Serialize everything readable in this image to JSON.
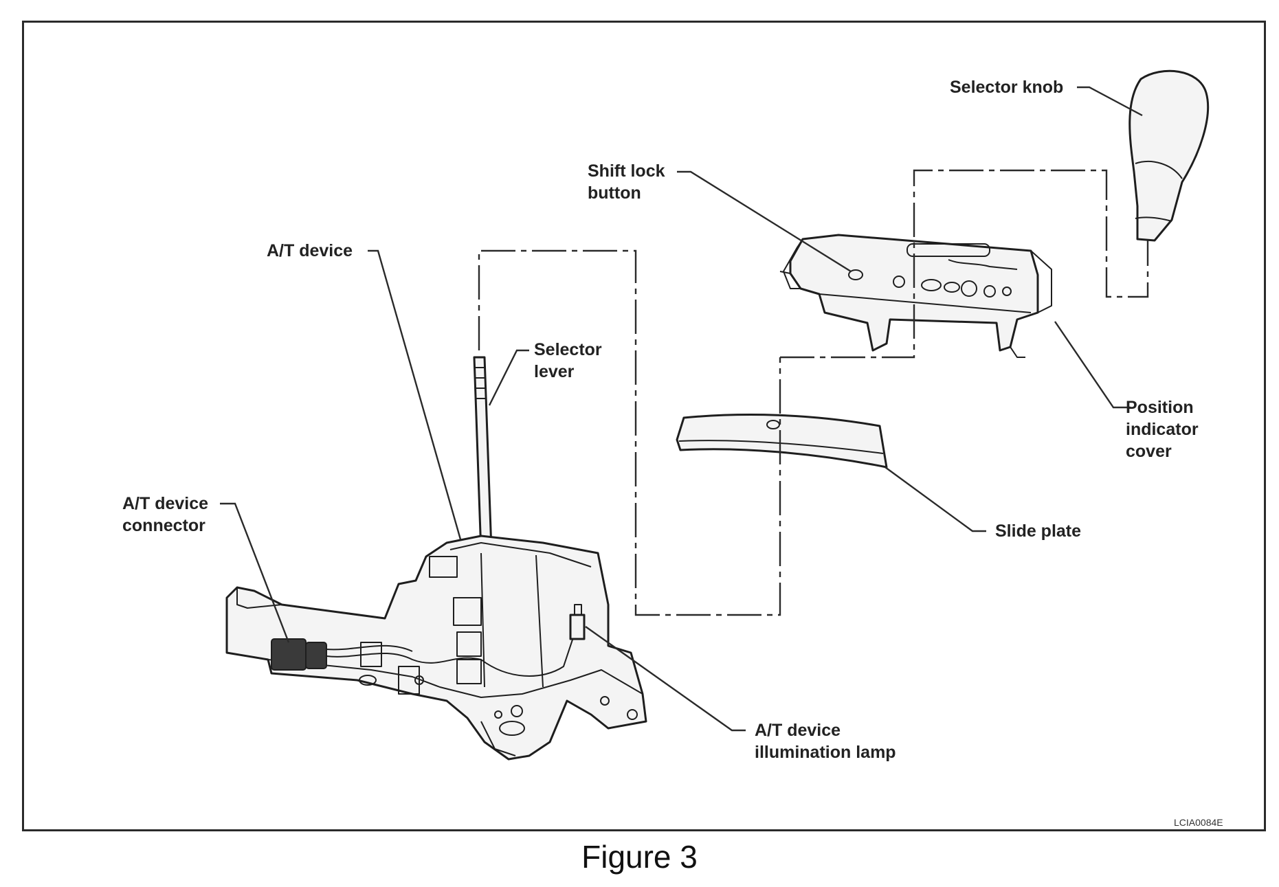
{
  "labels": {
    "selector_knob": "Selector knob",
    "shift_lock_button": [
      "Shift lock",
      "button"
    ],
    "at_device": "A/T device",
    "selector_lever": [
      "Selector",
      "lever"
    ],
    "position_indicator_cover": [
      "Position",
      "indicator",
      "cover"
    ],
    "slide_plate": "Slide plate",
    "at_device_connector": [
      "A/T device",
      "connector"
    ],
    "at_device_illumination_lamp": [
      "A/T device",
      "illumination lamp"
    ]
  },
  "figure_code": "LCIA0084E",
  "caption": "Figure 3"
}
